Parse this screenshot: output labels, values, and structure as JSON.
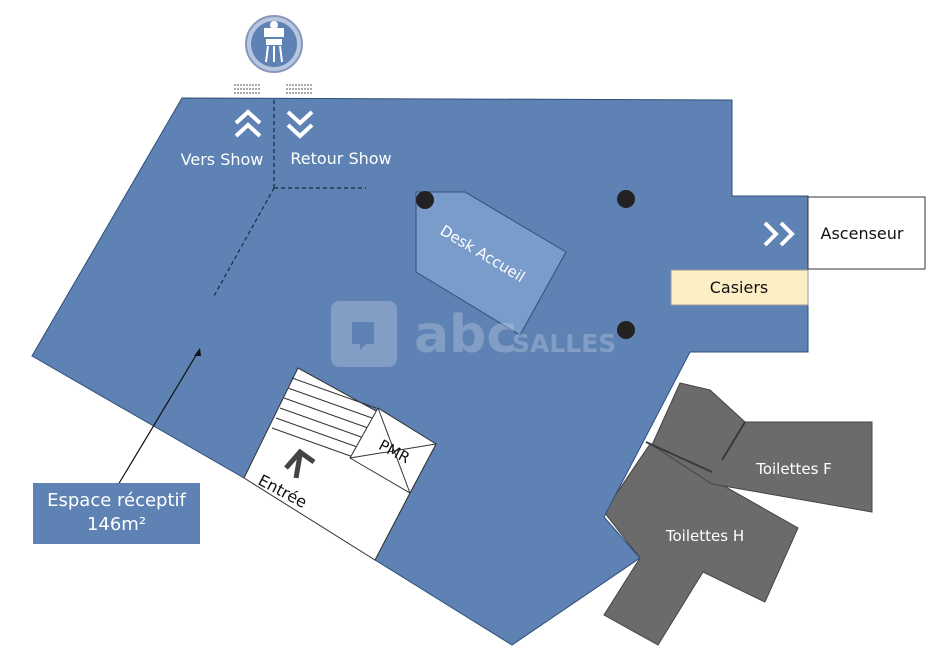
{
  "logo": {
    "brand": "abc",
    "suffix": "SALLES"
  },
  "labels": {
    "vers_show": "Vers Show",
    "retour_show": "Retour Show",
    "desk_accueil": "Desk Accueil",
    "ascenseur": "Ascenseur",
    "casiers": "Casiers",
    "pmr": "PMR",
    "entree": "Entrée",
    "toilettes_f": "Toilettes F",
    "toilettes_h": "Toilettes H"
  },
  "espace": {
    "name": "Espace réceptif",
    "area": "146m²"
  },
  "colors": {
    "floor": "#5d82b3",
    "desk": "#7a9ccb",
    "toilets": "#6b6b6b",
    "casiers": "#fdefc5",
    "pillar": "#222222",
    "white": "#ffffff"
  },
  "icons": [
    "theater-icon",
    "arrows-up-icon",
    "arrows-down-icon",
    "arrows-right-icon",
    "arrow-up-icon"
  ]
}
